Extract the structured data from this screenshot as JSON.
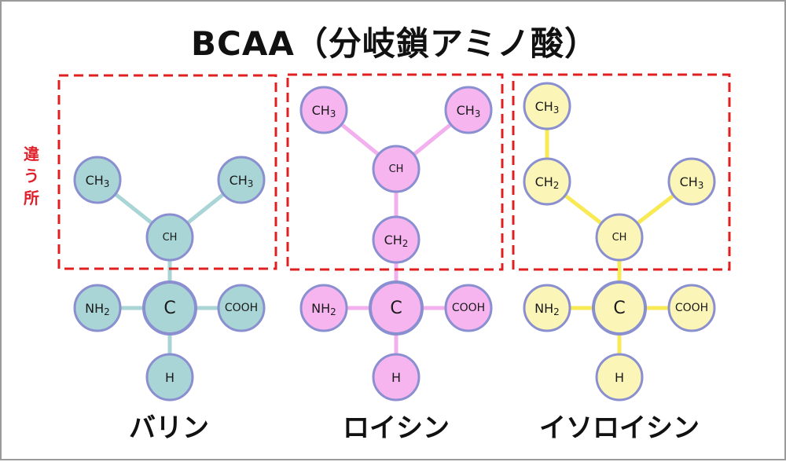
{
  "title": "BCAA（分岐鎖アミノ酸）",
  "different_part_label": "違う所",
  "colors": {
    "highlight_box": "#e02020",
    "ring": "#8a8fd0"
  },
  "molecules": [
    {
      "name": "バリン",
      "fill": "#a9d5d6",
      "bond": "#a9d5d6",
      "groups": {
        "ch3_left": [
          "CH",
          "3"
        ],
        "ch3_right": [
          "CH",
          "3"
        ],
        "ch": [
          "CH",
          ""
        ],
        "c": [
          "C",
          ""
        ],
        "nh2": [
          "NH",
          "2"
        ],
        "cooh": [
          "COOH",
          ""
        ],
        "h": [
          "H",
          ""
        ]
      }
    },
    {
      "name": "ロイシン",
      "fill": "#f7b5f0",
      "bond": "#f3b0ee",
      "groups": {
        "ch3_left": [
          "CH",
          "3"
        ],
        "ch3_right": [
          "CH",
          "3"
        ],
        "ch": [
          "CH",
          ""
        ],
        "ch2": [
          "CH",
          "2"
        ],
        "c": [
          "C",
          ""
        ],
        "nh2": [
          "NH",
          "2"
        ],
        "cooh": [
          "COOH",
          ""
        ],
        "h": [
          "H",
          ""
        ]
      }
    },
    {
      "name": "イソロイシン",
      "fill": "#fbf6b8",
      "bond": "#f7ea55",
      "groups": {
        "ch3_top": [
          "CH",
          "3"
        ],
        "ch2": [
          "CH",
          "2"
        ],
        "ch3_right": [
          "CH",
          "3"
        ],
        "ch": [
          "CH",
          ""
        ],
        "c": [
          "C",
          ""
        ],
        "nh2": [
          "NH",
          "2"
        ],
        "cooh": [
          "COOH",
          ""
        ],
        "h": [
          "H",
          ""
        ]
      }
    }
  ]
}
